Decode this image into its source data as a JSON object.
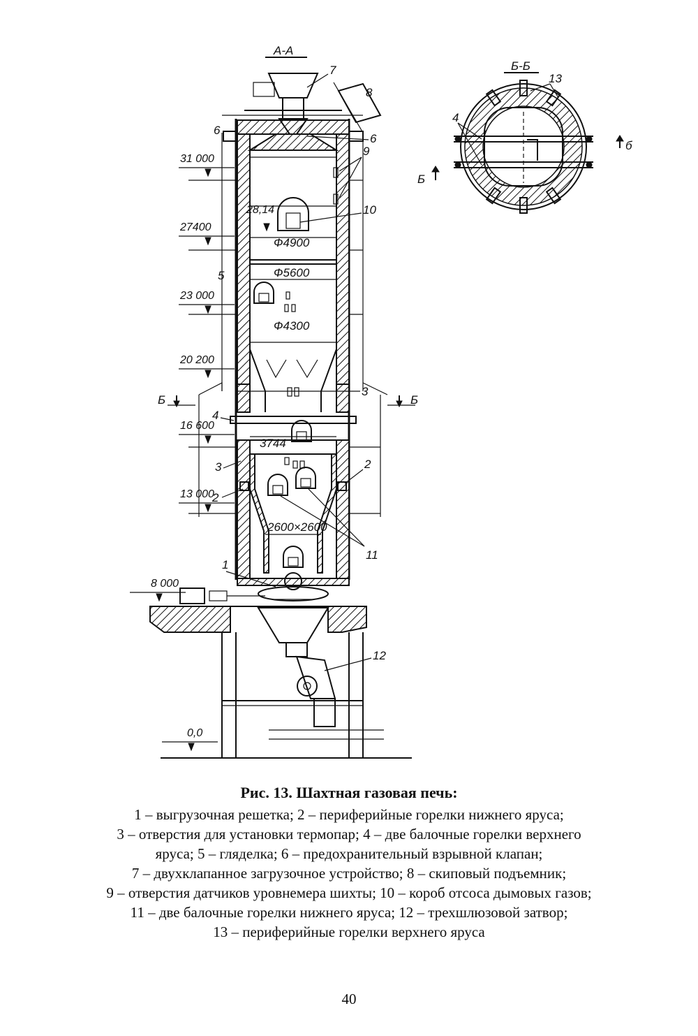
{
  "figure": {
    "section_aa": "А-А",
    "section_bb": "Б-Б",
    "cut_mark": "Б",
    "cut_mark_small": "б",
    "dimensions": {
      "d4900": "Ф4900",
      "d5600": "Ф5600",
      "d4300": "Ф4300",
      "w3744": "3744",
      "w2600": "2600×2600"
    },
    "elevations": [
      "31 000",
      "28,14",
      "27400",
      "23 000",
      "20 200",
      "16 600",
      "13 000",
      "8 000",
      "0,0"
    ],
    "labels": [
      "1",
      "2",
      "3",
      "4",
      "5",
      "6",
      "7",
      "8",
      "9",
      "10",
      "11",
      "12",
      "13"
    ]
  },
  "caption": {
    "title": "Рис. 13. Шахтная газовая печь:",
    "lines": [
      "1 – выгрузочная решетка; 2 – периферийные горелки нижнего яруса;",
      "3 – отверстия для установки термопар; 4 – две балочные горелки верхнего",
      "яруса; 5 – гляделка; 6 – предохранительный взрывной клапан;",
      "7 – двухклапанное загрузочное устройство; 8 – скиповый подъемник;",
      "9 – отверстия датчиков уровнемера шихты; 10 – короб отсоса дымовых газов;",
      "11 – две балочные горелки нижнего яруса; 12 – трехшлюзовой затвор;",
      "13 – периферийные горелки верхнего яруса"
    ]
  },
  "page": {
    "number": "40"
  }
}
